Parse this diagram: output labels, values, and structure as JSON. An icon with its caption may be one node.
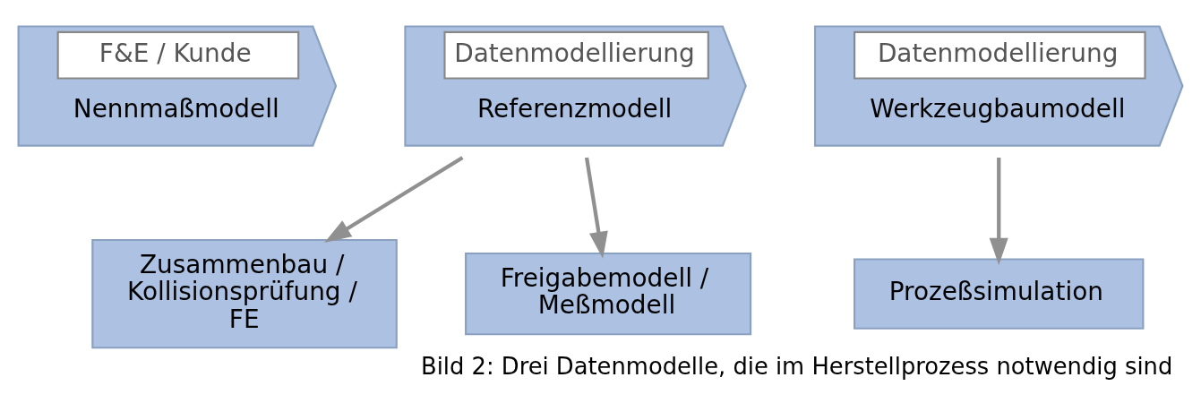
{
  "diagram": {
    "caption": "Bild 2: Drei Datenmodelle, die im Herstellprozess notwendig sind",
    "nodes": [
      {
        "text": [
          "F&E / Kunde",
          "Nennmaßmodell"
        ]
      },
      {
        "text": [
          "Datenmodellierung",
          "Referenzmodell"
        ]
      },
      {
        "text": [
          "Datenmodellierung",
          "Werkzeugbaumodell"
        ]
      },
      {
        "text": [
          "Zusammenbau / Kollisionsprüfung / FE"
        ]
      },
      {
        "text": [
          "Freigabemodell / Meßmodell"
        ]
      },
      {
        "text": [
          "Prozeßsimulation"
        ]
      }
    ],
    "edges": [
      {
        "from": 1,
        "to": 3,
        "arrow": "to"
      },
      {
        "from": 1,
        "to": 4,
        "arrow": "to"
      },
      {
        "from": 2,
        "to": 5,
        "arrow": "to"
      }
    ]
  }
}
